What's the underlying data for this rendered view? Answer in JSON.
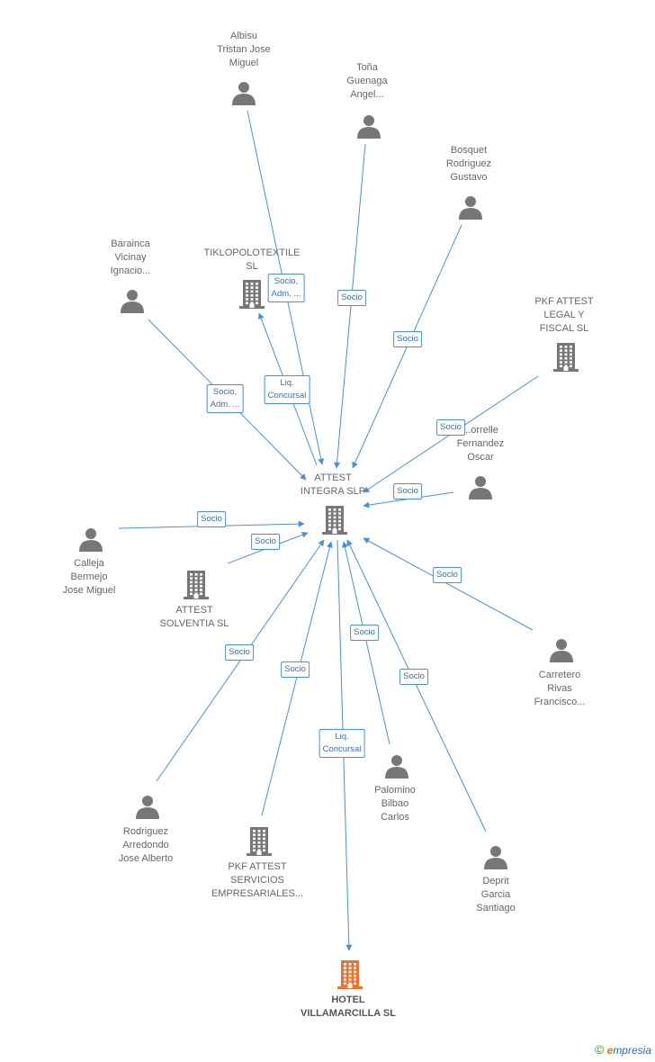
{
  "colors": {
    "edge": "#4a90d9",
    "person_icon": "#777777",
    "company_icon": "#777777",
    "highlight_icon": "#f07030"
  },
  "nodes": [
    {
      "id": "albisu",
      "type": "person",
      "label": "Albisu\nTristan Jose\nMiguel"
    },
    {
      "id": "tona",
      "type": "person",
      "label": "Toña\nGuenaga\nAngel..."
    },
    {
      "id": "bosquet",
      "type": "person",
      "label": "Bosquet\nRodriguez\nGustavo"
    },
    {
      "id": "barainca",
      "type": "person",
      "label": "Barainca\nVicinay\nIgnacio..."
    },
    {
      "id": "tiklo",
      "type": "company",
      "label": "TIKLOPOLOTEXTILE\nSL"
    },
    {
      "id": "pkflegal",
      "type": "company",
      "label": "PKF ATTEST\nLEGAL Y\nFISCAL  SL"
    },
    {
      "id": "orrelle",
      "type": "person",
      "label": "...orrelle\nFernandez\nOscar"
    },
    {
      "id": "attest",
      "type": "company",
      "label": "ATTEST\nINTEGRA SLP"
    },
    {
      "id": "calleja",
      "type": "person",
      "label": "Calleja\nBermejo\nJose Miguel"
    },
    {
      "id": "solventia",
      "type": "company",
      "label": "ATTEST\nSOLVENTIA SL"
    },
    {
      "id": "carretero",
      "type": "person",
      "label": "Carretero\nRivas\nFrancisco..."
    },
    {
      "id": "palomino",
      "type": "person",
      "label": "Palomino\nBilbao\nCarlos"
    },
    {
      "id": "rodriguez",
      "type": "person",
      "label": "Rodriguez\nArredondo\nJose Alberto"
    },
    {
      "id": "pkfserv",
      "type": "company",
      "label": "PKF ATTEST\nSERVICIOS\nEMPRESARIALES..."
    },
    {
      "id": "deprit",
      "type": "person",
      "label": "Deprit\nGarcia\nSantiago"
    },
    {
      "id": "hotel",
      "type": "company",
      "highlight": true,
      "label": "HOTEL\nVILLAMARCILLA SL"
    }
  ],
  "edges": [
    {
      "id": "e-albisu",
      "from": "albisu",
      "to": "attest",
      "label": "Socio,\nAdm. ..."
    },
    {
      "id": "e-tona",
      "from": "tona",
      "to": "attest",
      "label": "Socio"
    },
    {
      "id": "e-bosquet",
      "from": "bosquet",
      "to": "attest",
      "label": "Socio"
    },
    {
      "id": "e-barainca",
      "from": "barainca",
      "to": "attest",
      "label": "Socio,\nAdm. ..."
    },
    {
      "id": "e-tiklo",
      "from": "attest",
      "to": "tiklo",
      "label": "Liq.\nConcursal"
    },
    {
      "id": "e-pkflegal",
      "from": "pkflegal",
      "to": "attest",
      "label": "Socio"
    },
    {
      "id": "e-orrelle",
      "from": "orrelle",
      "to": "attest",
      "label": "Socio"
    },
    {
      "id": "e-calleja",
      "from": "calleja",
      "to": "attest",
      "label": "Socio"
    },
    {
      "id": "e-solventia",
      "from": "solventia",
      "to": "attest",
      "label": "Socio"
    },
    {
      "id": "e-carretero",
      "from": "carretero",
      "to": "attest",
      "label": "Socio"
    },
    {
      "id": "e-rodriguez",
      "from": "rodriguez",
      "to": "attest",
      "label": "Socio"
    },
    {
      "id": "e-pkfserv",
      "from": "pkfserv",
      "to": "attest",
      "label": "Socio"
    },
    {
      "id": "e-hotel",
      "from": "attest",
      "to": "hotel",
      "label": "Liq.\nConcursal"
    },
    {
      "id": "e-palomino",
      "from": "palomino",
      "to": "attest",
      "label": "Socio"
    },
    {
      "id": "e-deprit",
      "from": "deprit",
      "to": "attest",
      "label": "Socio"
    }
  ],
  "footer": {
    "copyright": "©",
    "brand_first": "e",
    "brand_rest": "mpresia"
  }
}
